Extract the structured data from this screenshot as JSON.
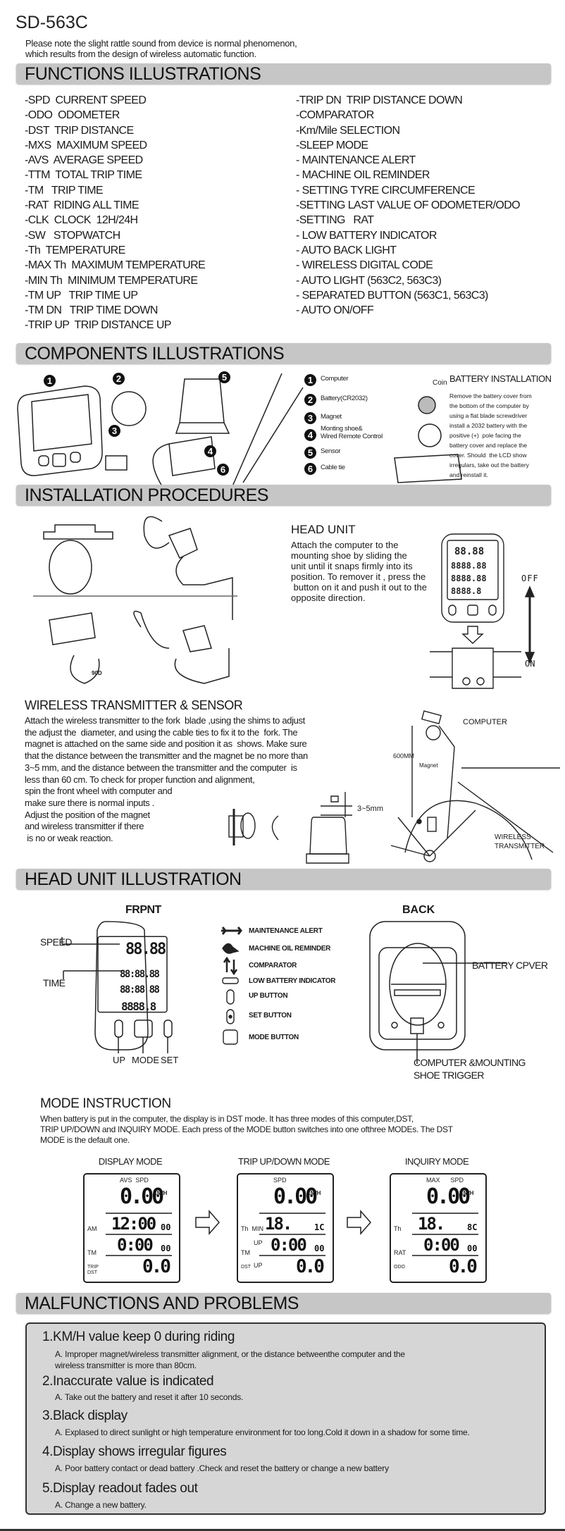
{
  "title": "SD-563C",
  "note": [
    "Please note the slight rattle sound from device is normal phenomenon,",
    "which results from the design of wireless automatic function."
  ],
  "sections": {
    "functions": "FUNCTIONS ILLUSTRATIONS",
    "components": "COMPONENTS ILLUSTRATIONS",
    "installation": "INSTALLATION PROCEDURES",
    "head_unit": "HEAD UNIT ILLUSTRATION",
    "malfunctions": "MALFUNCTIONS AND PROBLEMS"
  },
  "functions_left": [
    "-SPD  CURRENT SPEED",
    "-ODO  ODOMETER",
    "-DST  TRIP DISTANCE",
    "-MXS  MAXIMUM SPEED",
    "-AVS  AVERAGE SPEED",
    "-TTM  TOTAL TRIP TIME",
    "-TM   TRIP TIME",
    "-RAT  RIDING ALL TIME",
    "-CLK  CLOCK  12H/24H",
    "-SW   STOPWATCH",
    "-Th  TEMPERATURE",
    "-MAX Th  MAXIMUM TEMPERATURE",
    "-MIN Th  MINIMUM TEMPERATURE",
    "-TM UP   TRIP TIME UP",
    "-TM DN   TRIP TIME DOWN",
    "-TRIP UP  TRIP DISTANCE UP"
  ],
  "functions_right": [
    "-TRIP DN  TRIP DISTANCE DOWN",
    "-COMPARATOR",
    "-Km/Mile SELECTION",
    "-SLEEP MODE",
    "- MAINTENANCE ALERT",
    "- MACHINE OIL REMINDER",
    "- SETTING TYRE CIRCUMFERENCE",
    "-SETTING LAST VALUE OF ODOMETER/ODO",
    "-SETTING   RAT",
    "- LOW BATTERY INDICATOR",
    "- AUTO BACK LIGHT",
    "- WIRELESS DIGITAL CODE",
    "- AUTO LIGHT (563C2, 563C3)",
    "- SEPARATED BUTTON (563C1, 563C3)",
    "- AUTO ON/OFF"
  ],
  "components": {
    "numbers": [
      "1",
      "2",
      "3",
      "4",
      "5",
      "6"
    ],
    "items": [
      "Computer",
      "Battery(CR2032)",
      "Magnet",
      "Monting shoe&",
      "Wired Remote Control",
      "Sensor",
      "Cable tie"
    ],
    "coin_label": "Coin",
    "battery_title": "BATTERY INSTALLATION",
    "battery_text": [
      "Remove the battery cover from",
      "the bottom of the computer by",
      "using a flat blade screwdriver",
      "install a 2032 battery with the",
      "positive (+)  pole facing the",
      "battery cover and replace the",
      "cover. Should  the LCD show",
      "irregulars, take out the battery",
      "and reinstall it."
    ]
  },
  "installation": {
    "angle_label": "90D",
    "head_unit_title": "HEAD UNIT",
    "head_unit_text": [
      "Attach the computer to the",
      "mounting shoe by sliding the",
      "unit until it snaps firmly into its",
      "position. To remover it , press the",
      " button on it and push it out to the",
      "opposite direction."
    ],
    "off_label": "OFF",
    "on_label": "ON",
    "wireless_title": "WIRELESS TRANSMITTER & SENSOR",
    "wireless_text": [
      "Attach the wireless transmitter to the fork  blade ,using the shims to adjust",
      "the adjust the  diameter, and using the cable ties to fix it to the  fork. The",
      "magnet is attached on the same side and position it as  shows. Make sure",
      "that the distance between the transmitter and the magnet be no more than",
      "3~5 mm, and the distance between the transmitter and the computer  is",
      "less than 60 cm. To check for proper function and alignment,",
      "spin the front wheel with computer and",
      "make sure there is normal inputs .",
      "Adjust the position of the magnet",
      "and wireless transmitter if there",
      " is no or weak reaction."
    ],
    "gap_label": "3~5mm",
    "computer_label": "COMPUTER",
    "distance_label": "600MM",
    "magnet_label": "Magnet",
    "transmitter_label": [
      "WIRELESS",
      "TRANSMITTER"
    ]
  },
  "head_unit": {
    "front_title": "FRPNT",
    "back_title": "BACK",
    "speed_label": "SPEED",
    "time_label": "TIME",
    "button_labels": [
      "UP",
      "MODE",
      "SET"
    ],
    "mode_key": "MODE",
    "lcd_digits": [
      "88.88",
      "88:88.88",
      "88:88 88",
      "8888.8"
    ],
    "legend": [
      "MAINTENANCE ALERT",
      "MACHINE OIL REMINDER",
      "COMPARATOR",
      "LOW BATTERY INDICATOR",
      "UP BUTTON",
      "SET BUTTON",
      "MODE BUTTON"
    ],
    "battery_cover_label": "BATTERY CPVER",
    "trigger_label": [
      "COMPUTER &MOUNTING",
      "SHOE TRIGGER"
    ]
  },
  "mode_instruction": {
    "title": "MODE INSTRUCTION",
    "text": [
      "When battery is put in the computer, the display is in DST mode. It has three modes of this computer,DST,",
      "TRIP UP/DOWN and INQUIRY MODE. Each press of the MODE button switches into one ofthree MODEs. The DST",
      "MODE is the default one."
    ],
    "modes": [
      {
        "label": "DISPLAY  MODE",
        "top_tags": "AVS  SPD",
        "unit": "KM/H",
        "speed": "0.00",
        "row2_tag": "AM",
        "row2": "12:00",
        "row2_small": "00",
        "row3_tag": "TM",
        "row3_tag2": "",
        "row3": "0:00",
        "row3_small": "00",
        "row4_tag": "TRIP DST",
        "row4_tag2": "",
        "row4": "0.0"
      },
      {
        "label": "TRIP UP/DOWN MODE",
        "top_tags": "SPD",
        "unit": "KM/H",
        "speed": "0.00",
        "row2_tag": "Th  MIN",
        "row2": "18.",
        "row2_small": "1C",
        "row3_tag": "TM",
        "row3_tag2": "UP",
        "row3": "0:00",
        "row3_small": "00",
        "row4_tag": "DST",
        "row4_tag2": "UP",
        "row4": "0.0"
      },
      {
        "label": "INQUIRY MODE",
        "top_tags": "MAX      SPD",
        "unit": "KM/H",
        "speed": "0.00",
        "row2_tag": "Th",
        "row2": "18.",
        "row2_small": "8C",
        "row3_tag": "RAT",
        "row3_tag2": "",
        "row3": "0:00",
        "row3_small": "00",
        "row4_tag": "ODO",
        "row4_tag2": "",
        "row4": "0.0"
      }
    ]
  },
  "malfunctions": [
    {
      "title": "1.KM/H value keep 0 during riding",
      "answer": [
        "A. Improper magnet/wireless transmitter alignment, or the distance betweenthe computer and the",
        "wireless transmitter is more than 80cm."
      ]
    },
    {
      "title": "2.Inaccurate value is indicated",
      "answer": [
        "A. Take out the battery and reset it after 10 seconds."
      ]
    },
    {
      "title": "3.Black display",
      "answer": [
        "A. Explased to direct sunlight or high temperature  environment for too long.Cold it down in a shadow for some time."
      ]
    },
    {
      "title": "4.Display shows irregular figures",
      "answer": [
        "A. Poor battery contact or dead battery .Check and reset the battery or change a new battery"
      ]
    },
    {
      "title": "5.Display readout fades out",
      "answer": [
        "A. Change a new battery."
      ]
    }
  ]
}
